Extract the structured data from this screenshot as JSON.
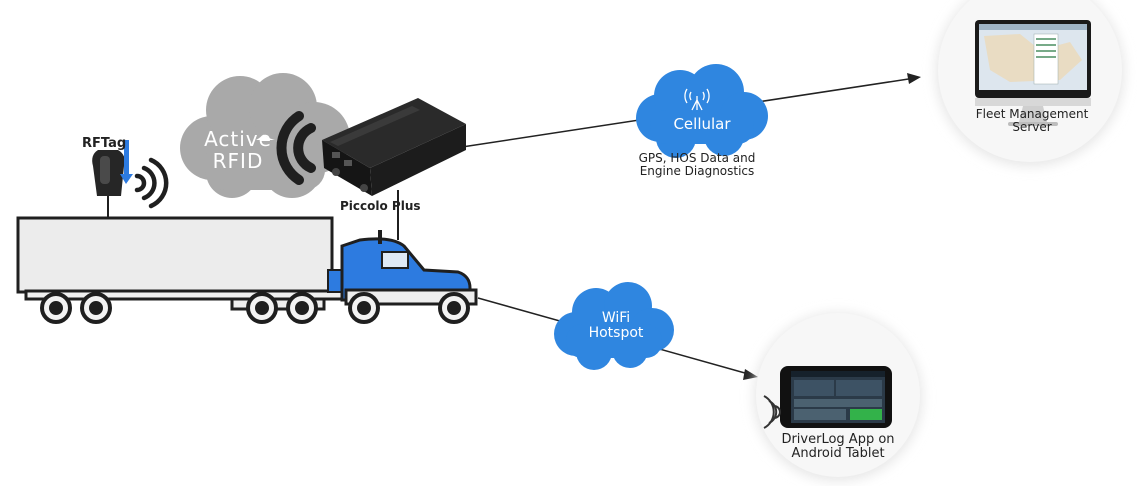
{
  "rftag": {
    "label": "RFTag"
  },
  "active_rfid": {
    "line1": "Active",
    "line2": "RFID"
  },
  "device": {
    "label": "Piccolo Plus"
  },
  "cellular": {
    "label": "Cellular",
    "caption_line1": "GPS, HOS Data and",
    "caption_line2": "Engine Diagnostics"
  },
  "wifi": {
    "line1": "WiFi",
    "line2": "Hotspot"
  },
  "server": {
    "line1": "Fleet Management",
    "line2": "Server"
  },
  "tablet": {
    "line1": "DriverLog App on",
    "line2": "Android Tablet"
  },
  "colors": {
    "cloud_blue": "#2f86e0",
    "cloud_gray": "#a9a9a9",
    "truck_blue": "#2d7be0",
    "outline": "#1f1f1f"
  }
}
